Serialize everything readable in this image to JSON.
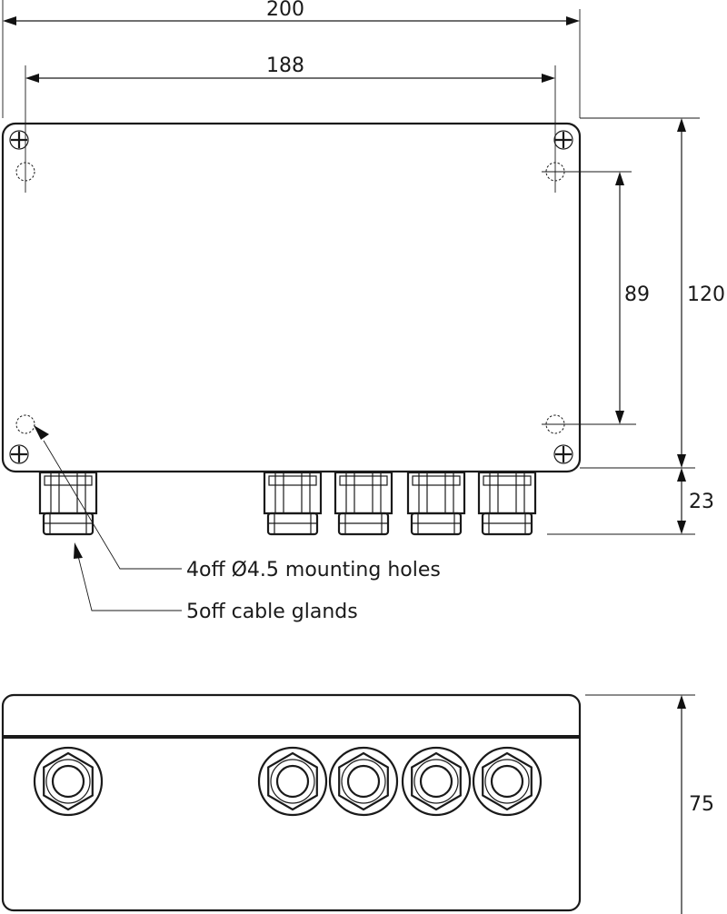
{
  "dimensions": {
    "overall_width": "200",
    "hole_spacing_width": "188",
    "hole_spacing_height": "89",
    "overall_height": "120",
    "gland_projection": "23",
    "depth": "75"
  },
  "callouts": {
    "mounting_holes": "4off Ø4.5 mounting holes",
    "cable_glands": "5off cable glands"
  },
  "colors": {
    "line": "#1a1a1a",
    "background": "#ffffff"
  }
}
